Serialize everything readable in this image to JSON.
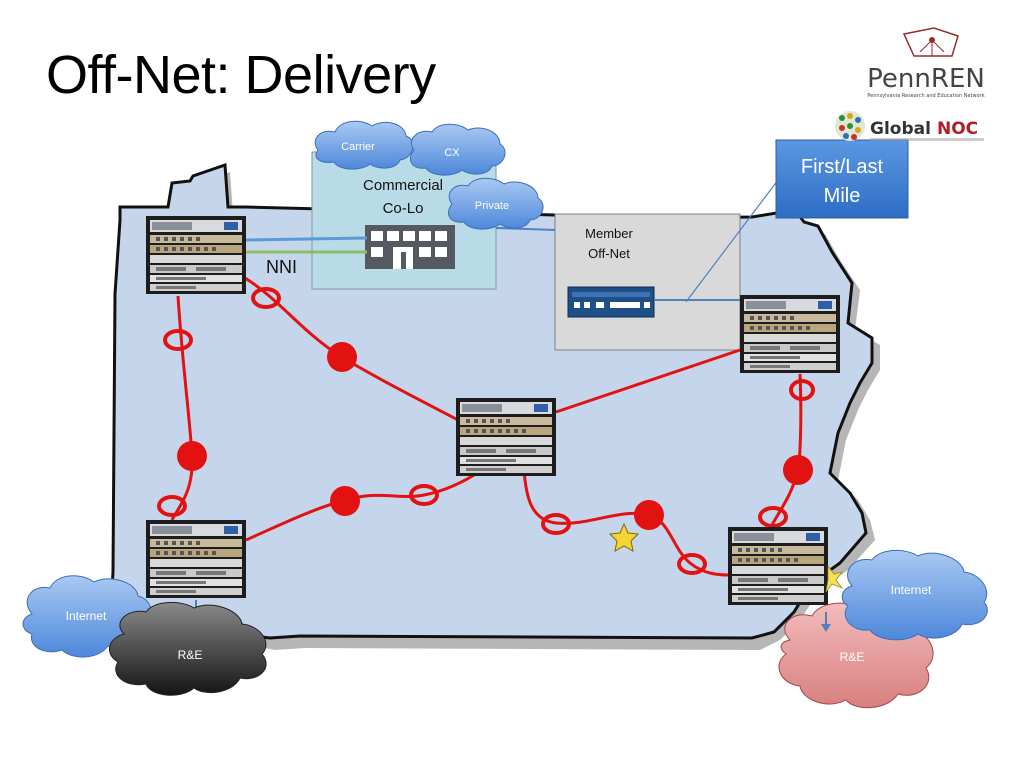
{
  "slide": {
    "title": "Off-Net: Delivery"
  },
  "logos": {
    "pennren": {
      "name": "PennREN",
      "tagline": "Pennsylvania Research and Education Network"
    },
    "globalnoc": {
      "name_part1": "Global",
      "name_part2": "NOC"
    }
  },
  "colocation": {
    "title_line1": "Commercial",
    "title_line2": "Co-Lo",
    "clouds": [
      "Carrier",
      "CX",
      "Private"
    ],
    "nni_label": "NNI"
  },
  "member_offnet": {
    "title_line1": "Member",
    "title_line2": "Off-Net"
  },
  "callout": {
    "line1": "First/Last",
    "line2": "Mile"
  },
  "clouds": {
    "internet_west": "Internet",
    "re_west": "R&E",
    "internet_east": "Internet",
    "re_east": "R&E"
  },
  "colors": {
    "state_fill": "#c5d6ec",
    "ring_red": "#e31212",
    "cloud_blue": "#6fa3e6",
    "cloud_gray": "#4a4a4a",
    "cloud_pink": "#e79f9f",
    "callout_blue": "#3d7fd4",
    "star": "#f7d531"
  }
}
